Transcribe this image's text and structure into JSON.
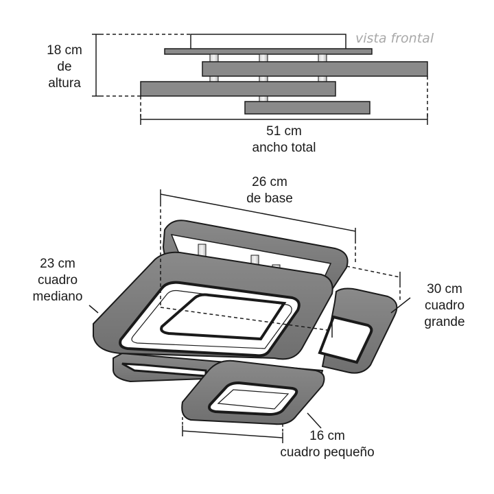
{
  "front_view": {
    "caption": "vista frontal",
    "height": {
      "value": "18 cm",
      "line2": "de",
      "line3": "altura"
    },
    "width": {
      "value": "51 cm",
      "line2": "ancho total"
    }
  },
  "dimensions": {
    "base": {
      "value": "26 cm",
      "line2": "de base"
    },
    "medium": {
      "value": "23 cm",
      "line2": "cuadro",
      "line3": "mediano"
    },
    "large": {
      "value": "30 cm",
      "line2": "cuadro",
      "line3": "grande"
    },
    "small": {
      "value": "16 cm",
      "line2": "cuadro pequeño"
    }
  },
  "colors": {
    "frame": "#1a1a1a",
    "ring": "#7b7b7b",
    "post": "#cfcfcf"
  }
}
